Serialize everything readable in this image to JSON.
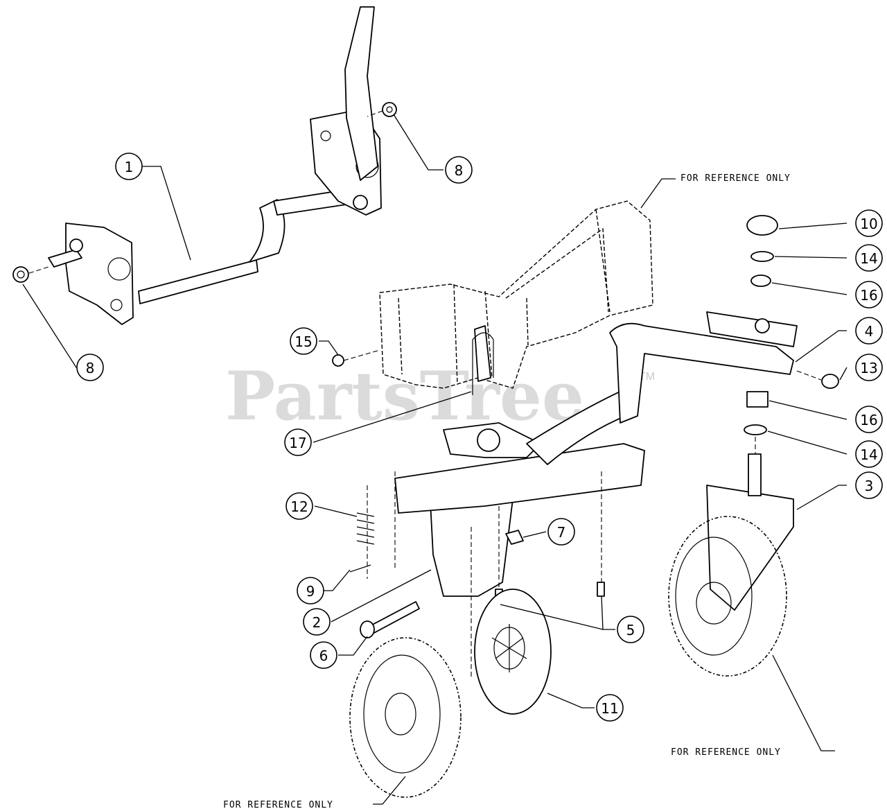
{
  "watermark": {
    "brand": "PartsTree",
    "trademark": "TM"
  },
  "reference_note": "FOR REFERENCE ONLY",
  "callouts": [
    {
      "label": "1"
    },
    {
      "label": "2"
    },
    {
      "label": "3"
    },
    {
      "label": "4"
    },
    {
      "label": "5"
    },
    {
      "label": "6"
    },
    {
      "label": "7"
    },
    {
      "label": "8"
    },
    {
      "label": "8"
    },
    {
      "label": "9"
    },
    {
      "label": "10"
    },
    {
      "label": "11"
    },
    {
      "label": "12"
    },
    {
      "label": "13"
    },
    {
      "label": "14"
    },
    {
      "label": "14"
    },
    {
      "label": "15"
    },
    {
      "label": "16"
    },
    {
      "label": "16"
    },
    {
      "label": "17"
    }
  ]
}
